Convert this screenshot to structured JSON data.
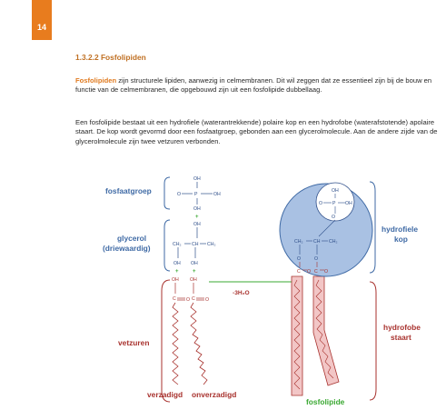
{
  "page": {
    "number": "14"
  },
  "section": {
    "heading": "1.3.2.2 Fosfolipiden"
  },
  "paragraphs": {
    "p1_term": "Fosfolipiden",
    "p1_rest": " zijn structurele lipiden, aanwezig in celmembranen. Dit wil zeggen dat ze essentieel zijn bij de bouw en functie van de celmembranen, die opgebouwd zijn uit een fosfolipide dubbellaag.",
    "p2": "Een fosfolipide bestaat uit een hydrofiele (waterantrekkende) polaire kop en een hydrofobe (waterafstotende) apolaire staart. De kop wordt gevormd door een fosfaatgroep, gebonden aan een glycerolmolecule. Aan de andere zijde van de glycerolmolecule zijn twee vetzuren verbonden."
  },
  "figure": {
    "label_fosfaatgroep": "fosfaatgroep",
    "label_glycerol_1": "glycerol",
    "label_glycerol_2": "(driewaardig)",
    "label_vetzuren": "vetzuren",
    "label_verzadigd": "verzadigd",
    "label_onverzadigd": "onverzadigd",
    "label_reaction": "-3H₂O",
    "label_hydrofiele_1": "hydrofiele",
    "label_hydrofiele_2": "kop",
    "label_hydrofobe_1": "hydrofobe",
    "label_hydrofobe_2": "staart",
    "label_fosfolipide": "fosfolipide",
    "chem": {
      "oh": "OH",
      "o": "O",
      "p": "P",
      "plus": "+",
      "ch2": "CH₂",
      "ch": "CH",
      "c": "C",
      "dash": "—"
    },
    "colors": {
      "blue": "#3f6aa5",
      "head_fill": "#a9c1e3",
      "tail_fill": "#f2c6c6",
      "red": "#a8322e",
      "green": "#3aa832",
      "orange": "#e07a1f"
    }
  }
}
